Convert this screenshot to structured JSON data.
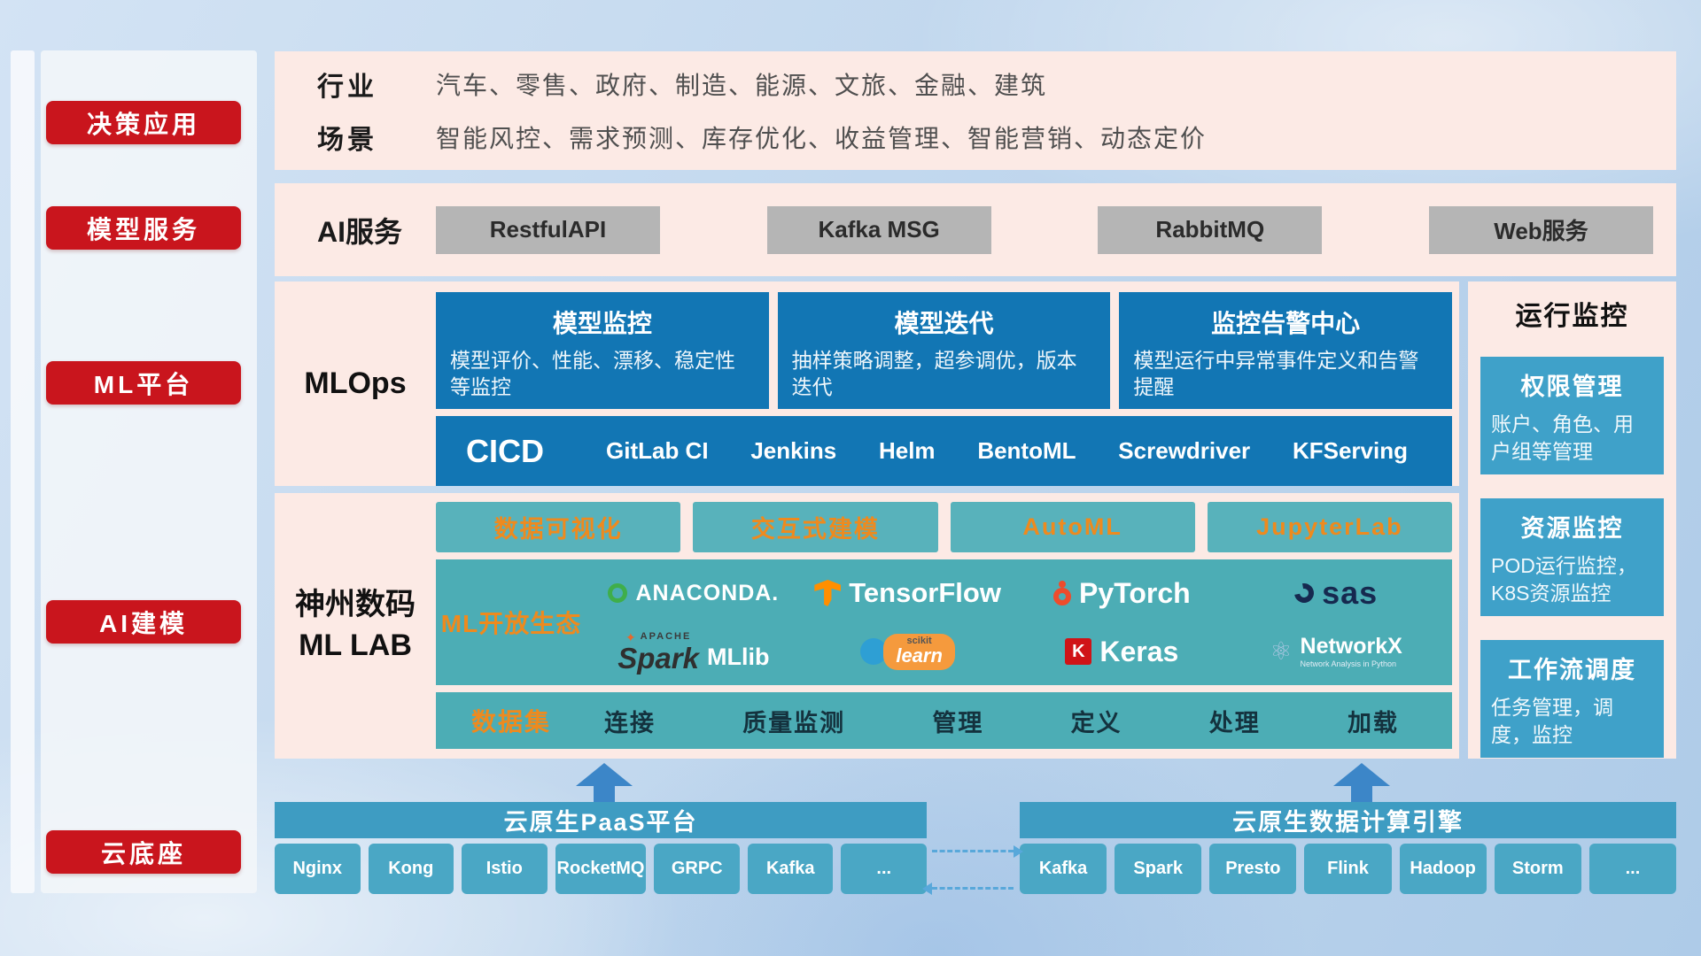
{
  "sidebar": {
    "items": [
      {
        "label": "决策应用"
      },
      {
        "label": "模型服务"
      },
      {
        "label": "ML平台"
      },
      {
        "label": "AI建模"
      },
      {
        "label": "云底座"
      }
    ]
  },
  "top": {
    "rows": [
      {
        "label": "行业",
        "value": "汽车、零售、政府、制造、能源、文旅、金融、建筑"
      },
      {
        "label": "场景",
        "value": "智能风控、需求预测、库存优化、收益管理、智能营销、动态定价"
      }
    ]
  },
  "ai_services": {
    "label": "AI服务",
    "items": [
      {
        "label": "RestfulAPI"
      },
      {
        "label": "Kafka MSG"
      },
      {
        "label": "RabbitMQ"
      },
      {
        "label": "Web服务"
      }
    ]
  },
  "mlops": {
    "label": "MLOps",
    "cards": [
      {
        "title": "模型监控",
        "desc": "模型评价、性能、漂移、稳定性等监控"
      },
      {
        "title": "模型迭代",
        "desc": "抽样策略调整，超参调优，版本迭代"
      },
      {
        "title": "监控告警中心",
        "desc": "模型运行中异常事件定义和告警提醒"
      }
    ],
    "cicd": {
      "title": "CICD",
      "items": [
        {
          "label": "GitLab CI"
        },
        {
          "label": "Jenkins"
        },
        {
          "label": "Helm"
        },
        {
          "label": "BentoML"
        },
        {
          "label": "Screwdriver"
        },
        {
          "label": "KFServing"
        }
      ]
    }
  },
  "mllab": {
    "label_line1": "神州数码",
    "label_line2": "ML LAB",
    "tools": [
      {
        "label": "数据可视化"
      },
      {
        "label": "交互式建模"
      },
      {
        "label": "AutoML"
      },
      {
        "label": "JupyterLab"
      }
    ],
    "ecosystem": {
      "label": "ML开放生态",
      "anaconda": "ANACONDA.",
      "tensorflow": "TensorFlow",
      "pytorch": "PyTorch",
      "sas": "sas",
      "spark_prefix": "APACHE",
      "spark": "Spark",
      "mllib": "MLlib",
      "scikit_top": "scikit",
      "scikit_bottom": "learn",
      "keras_k": "K",
      "keras": "Keras",
      "networkx": "NetworkX",
      "networkx_sub": "Network Analysis in Python"
    },
    "data_row": {
      "label": "数据集",
      "items": [
        {
          "label": "连接"
        },
        {
          "label": "质量监测"
        },
        {
          "label": "管理"
        },
        {
          "label": "定义"
        },
        {
          "label": "处理"
        },
        {
          "label": "加载"
        }
      ]
    }
  },
  "monitoring": {
    "title": "运行监控",
    "cards": [
      {
        "title": "权限管理",
        "desc": "账户、角色、用户组等管理"
      },
      {
        "title": "资源监控",
        "desc": "POD运行监控，K8S资源监控"
      },
      {
        "title": "工作流调度",
        "desc": "任务管理，调度，监控"
      }
    ]
  },
  "cloud": {
    "paas": {
      "title": "云原生PaaS平台",
      "items": [
        {
          "label": "Nginx"
        },
        {
          "label": "Kong"
        },
        {
          "label": "Istio"
        },
        {
          "label": "RocketMQ"
        },
        {
          "label": "GRPC"
        },
        {
          "label": "Kafka"
        },
        {
          "label": "..."
        }
      ]
    },
    "engine": {
      "title": "云原生数据计算引擎",
      "items": [
        {
          "label": "Kafka"
        },
        {
          "label": "Spark"
        },
        {
          "label": "Presto"
        },
        {
          "label": "Flink"
        },
        {
          "label": "Hadoop"
        },
        {
          "label": "Storm"
        },
        {
          "label": "..."
        }
      ]
    }
  },
  "icons": {
    "spark_star": "✦",
    "networkx_atom": "⚛"
  },
  "colors": {
    "accent_red": "#c9151d",
    "section_bg": "#fceae5",
    "blue_card": "#1276b4",
    "teal_card": "#4cadb5",
    "right_card": "#3fa1c9",
    "bottom_bar": "#3e9cc2",
    "chip": "#4aa7c5",
    "orange_text": "#ee8a1e",
    "gray_button": "#b5b5b5"
  }
}
